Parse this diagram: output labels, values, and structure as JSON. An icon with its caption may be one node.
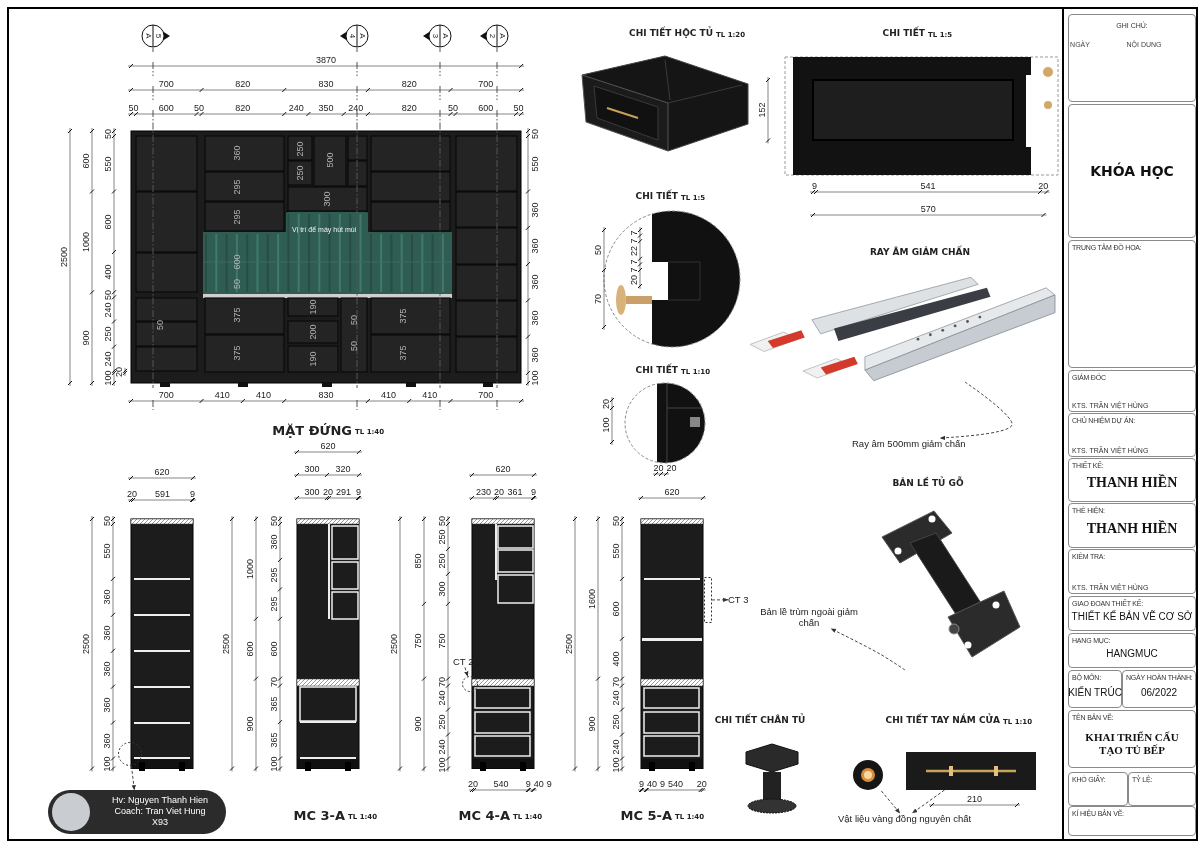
{
  "diagram": {
    "nodes": [
      {
        "text": [],
        "shape": "picture"
      },
      {
        "text": [
          "Ray âm 500mm giảm chấn"
        ]
      },
      {
        "text": [],
        "shape": "picture"
      },
      {
        "text": [
          "Bản lề trùm ngoài giảm chấn"
        ]
      },
      {
        "text": [],
        "shape": "picture"
      },
      {
        "text": [],
        "shape": "picture"
      },
      {
        "text": [
          "Vật liệu vàng đồng nguyên chất"
        ]
      },
      {
        "text": [
          "CT 2"
        ]
      },
      {
        "text": [],
        "shape": "circle"
      },
      {
        "text": [],
        "shape": "box"
      },
      {
        "text": [
          "CT 3"
        ]
      },
      {
        "text": [],
        "shape": "circle"
      },
      {
        "text": [
          "Hv: Nguyen Thanh Hien",
          "Coach: Tran Viet Hung",
          "X93"
        ]
      },
      {
        "text": [
          "GHI CHÚ:"
        ]
      },
      {
        "text": [
          "KHÓA HỌC"
        ]
      },
      {
        "text": [
          "TRUNG TÂM ĐỒ HỌA:"
        ]
      },
      {
        "text": [
          "GIÁM ĐỐC",
          "KTS. TRẦN VIỆT HÙNG"
        ]
      },
      {
        "text": [
          "CHỦ NHIỆM DỰ ÁN:",
          "KTS. TRẦN VIỆT HÙNG"
        ]
      },
      {
        "text": [
          "THIẾT KẾ:",
          "THANH HIỀN"
        ]
      },
      {
        "text": [
          "THỂ HIỆN:",
          "THANH HIỀN"
        ]
      },
      {
        "text": [
          "KIỂM TRA:",
          "KTS. TRẦN VIỆT HÙNG"
        ]
      },
      {
        "text": [
          "GIAO ĐOẠN THIẾT KẾ:",
          "THIẾT KẾ BẢN VẼ CƠ SỞ"
        ]
      },
      {
        "text": [
          "HẠNG MỤC:",
          "HANGMUC"
        ]
      },
      {
        "text": [
          "BỘ MÔN:",
          "KIẾN TRÚC"
        ]
      },
      {
        "text": [
          "NGÀY HOÀN THÀNH:",
          "06/2022"
        ]
      },
      {
        "text": [
          "TÊN BẢN VẼ:",
          "KHAI TRIỂN CẤU TẠO TỦ BẾP"
        ]
      },
      {
        "text": [
          "KHỔ GIẤY:"
        ]
      },
      {
        "text": [
          "TỶ LỆ:"
        ]
      },
      {
        "text": [
          "KÍ HIỆU BẢN VẼ:"
        ]
      }
    ],
    "edges": [
      {
        "from": 0,
        "to": 1,
        "arrow": "to",
        "style": "dashed"
      },
      {
        "from": 2,
        "to": 3,
        "arrow": "to",
        "style": "dashed"
      },
      {
        "from": 4,
        "to": 6,
        "arrow": "to",
        "style": "dashed"
      },
      {
        "from": 5,
        "to": 6,
        "arrow": "to",
        "style": "dashed"
      },
      {
        "from": 7,
        "to": 8,
        "arrow": "to",
        "style": "dashed"
      },
      {
        "from": 9,
        "to": 10,
        "arrow": "to",
        "style": "dashed"
      },
      {
        "from": 11,
        "to": 12,
        "arrow": "to",
        "style": "dashed"
      }
    ],
    "labels": [
      "5",
      "A",
      "4",
      "A",
      "3",
      "A",
      "2",
      "A",
      "3870",
      "700",
      "820",
      "830",
      "820",
      "700",
      "50",
      "600",
      "50",
      "820",
      "240",
      "350",
      "240",
      "820",
      "50",
      "600",
      "50",
      "2500",
      "600",
      "1000",
      "900",
      "50",
      "550",
      "600",
      "400",
      "50",
      "240",
      "250",
      "240",
      "100",
      "20",
      "50",
      "550",
      "360",
      "360",
      "360",
      "360",
      "360",
      "100",
      "50",
      "360",
      "295",
      "295",
      "600",
      "50",
      "375",
      "375",
      "250",
      "250",
      "500",
      "300",
      "190",
      "200",
      "190",
      "50",
      "50",
      "375",
      "375",
      "Vị trí để máy hút mùi",
      "700",
      "410",
      "410",
      "830",
      "410",
      "410",
      "700",
      "MẶT ĐỨNG",
      "TL 1:40",
      "620",
      "20",
      "591",
      "9",
      "2500",
      "50",
      "550",
      "360",
      "360",
      "360",
      "360",
      "360",
      "100",
      "620",
      "300",
      "320",
      "300",
      "20",
      "291",
      "9",
      "2500",
      "1000",
      "600",
      "900",
      "50",
      "360",
      "295",
      "295",
      "600",
      "70",
      "365",
      "365",
      "100",
      "620",
      "230",
      "20",
      "361",
      "9",
      "2500",
      "850",
      "750",
      "900",
      "50",
      "250",
      "250",
      "300",
      "750",
      "70",
      "240",
      "250",
      "240",
      "100",
      "20",
      "540",
      "9",
      "40",
      "9",
      "620",
      "2500",
      "1600",
      "900",
      "50",
      "550",
      "600",
      "400",
      "70",
      "240",
      "250",
      "240",
      "100",
      "9",
      "40",
      "9",
      "540",
      "20",
      "MC 3-A",
      "TL 1:40",
      "MC 4-A",
      "TL 1:40",
      "MC 5-A",
      "TL 1:40",
      "CHI TIẾT HỘC TỦ",
      "TL 1:20",
      "CHI TIẾT",
      "TL 1:5",
      "152",
      "9",
      "541",
      "20",
      "570",
      "CHI TIẾT",
      "TL 1:5",
      "50",
      "70",
      "7",
      "7",
      "22",
      "7",
      "7",
      "20",
      "CHI TIẾT",
      "TL 1:10",
      "20",
      "100",
      "20",
      "20",
      "RAY ÂM GIẢM CHẤN",
      "BẢN LỀ TỦ GỖ",
      "CHI TIẾT CHÂN TỦ",
      "CHI TIẾT TAY NẮM CỬA",
      "TL 1:10",
      "210",
      "NGÀY",
      "NỘI DUNG"
    ]
  }
}
